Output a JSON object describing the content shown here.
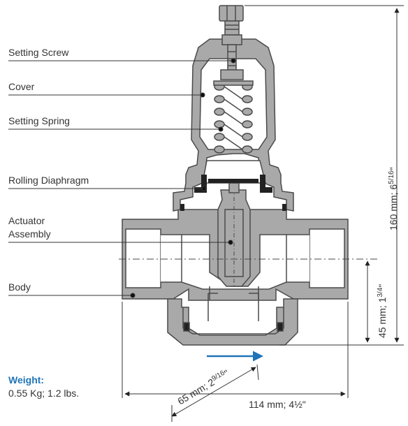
{
  "labels": {
    "setting_screw": "Setting Screw",
    "cover": "Cover",
    "setting_spring": "Setting Spring",
    "rolling_diaphragm": "Rolling Diaphragm",
    "actuator_line1": "Actuator",
    "actuator_line2": "Assembly",
    "body": "Body"
  },
  "weight": {
    "title": "Weight:",
    "value": "0.55 Kg; 1.2 lbs."
  },
  "dimensions": {
    "height": "160 mm; 6 5/16\"",
    "height_main": "160 mm; 6",
    "height_frac": "5/16",
    "height_suffix": "\"",
    "port_height": "45 mm; 1¾\"",
    "port_main": "45 mm; 1",
    "port_frac": "3/4",
    "port_suffix": "\"",
    "depth": "65 mm; 2 9/16\"",
    "depth_main": "65 mm; 2",
    "depth_frac": "9/16",
    "depth_suffix": "\"",
    "width": "114 mm; 4½\""
  },
  "colors": {
    "metal": "#a9a9a9",
    "outline": "#4a4a4a",
    "cavity": "#ffffff",
    "seal": "#222222",
    "flow_arrow": "#1f74b8",
    "accent_text": "#1f74b8"
  },
  "icons": {
    "flow_direction": "flow-arrow-icon"
  }
}
